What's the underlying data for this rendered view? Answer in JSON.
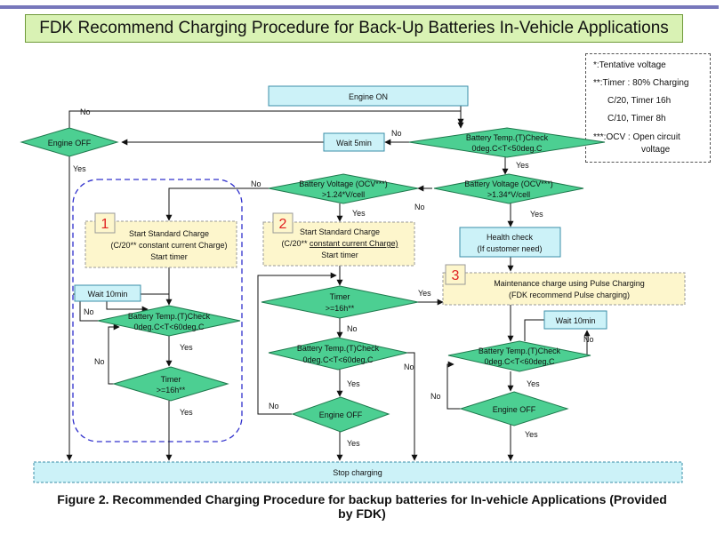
{
  "title": "FDK Recommend Charging Procedure for Back-Up Batteries In-Vehicle Applications",
  "legend": {
    "l1": "*:Tentative voltage",
    "l2": "**:Timer : 80% Charging",
    "l3": "C/20, Timer 16h",
    "l4": "C/10, Timer  8h",
    "l5": "***:OCV : Open circuit",
    "l6": "voltage"
  },
  "nodes": {
    "engine_on": "Engine ON",
    "engine_off_top": "Engine OFF",
    "wait_5min": "Wait 5min",
    "temp_check_top_1": "Battery Temp.(T)Check",
    "temp_check_top_2": "0deg.C<T<50deg.C",
    "volt_124_1": "Battery Voltage (OCV***)",
    "volt_124_2": ">1.24*V/cell",
    "volt_134_1": "Battery Voltage (OCV***)",
    "volt_134_2": ">1.34*V/cell",
    "num1": "1",
    "num2": "2",
    "num3": "3",
    "std1_1": "Start Standard Charge",
    "std1_2": "(C/20** constant current Charge)",
    "std1_3": "Start timer",
    "std2_1": "Start Standard Charge",
    "std2_2": "(C/20** ",
    "std2_2u": "constant current Charge)",
    "std2_3": "Start timer",
    "health_1": "Health check",
    "health_2": "(If customer need)",
    "maint_1": "Maintenance charge  using Pulse Charging",
    "maint_2": "(FDK recommend Pulse charging)",
    "wait10_left": "Wait 10min",
    "wait10_right": "Wait 10min",
    "temp_l_1": "Battery Temp.(T)Check",
    "temp_l_2": "0deg.C<T<60deg.C",
    "timer_l_1": "Timer",
    "timer_l_2": ">=16h**",
    "timer_m_1": "Timer",
    "timer_m_2": ">=16h**",
    "temp_m_1": "Battery Temp.(T)Check",
    "temp_m_2": "0deg.C<T<60deg.C",
    "engine_off_m": "Engine OFF",
    "temp_r_1": "Battery Temp.(T)Check",
    "temp_r_2": "0deg.C<T<60deg.C",
    "engine_off_r": "Engine OFF",
    "stop": "Stop charging"
  },
  "edge_labels": {
    "yes": "Yes",
    "no": "No"
  },
  "caption": {
    "line1": "Figure 2. Recommended Charging Procedure for backup batteries for In-vehicle Applications (Provided",
    "line2": "by FDK)"
  },
  "colors": {
    "process_fill": "#ccf2f8",
    "process_stroke": "#3b8fa8",
    "decision_fill": "#4ccf92",
    "decision_stroke": "#1f7a4e",
    "note_fill": "#fdf6cc",
    "number_red": "#e02020",
    "group_blue": "#3030cc",
    "title_fill": "#d9f2b4"
  }
}
